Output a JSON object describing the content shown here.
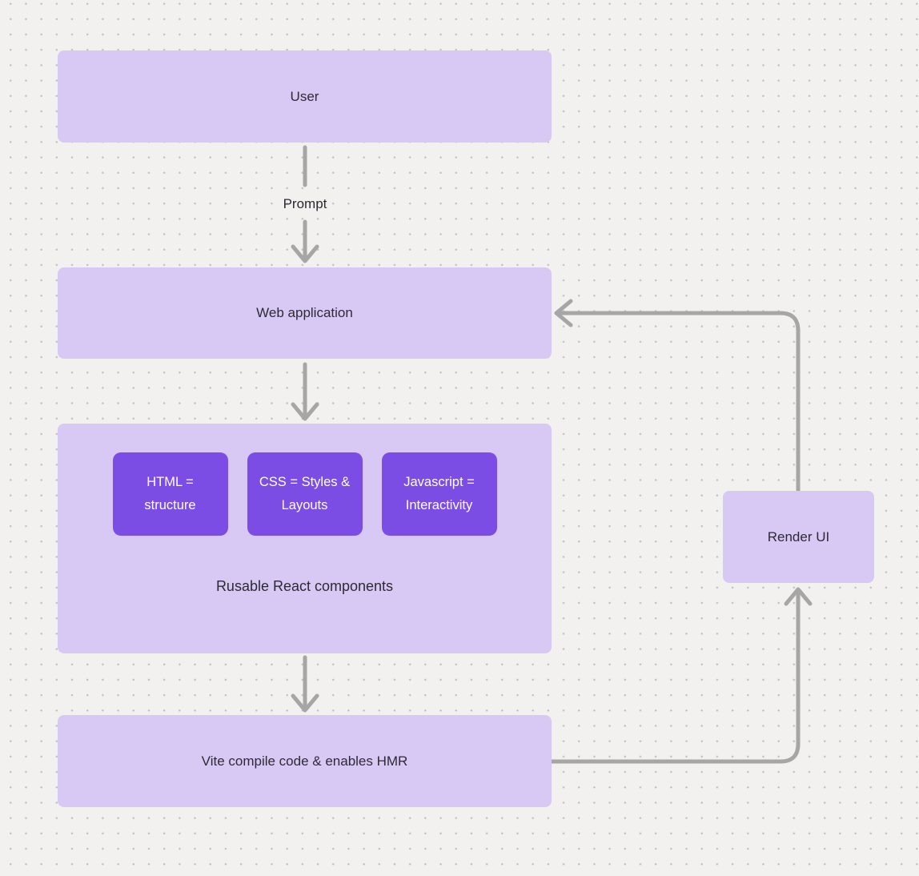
{
  "colors": {
    "background": "#f2f1ef",
    "dot": "#c4c2c0",
    "node_light": "#d7c9f3",
    "node_dark": "#7c4de4",
    "connector": "#a7a5a5",
    "text_dark": "#2e2a35",
    "text_light": "#ffffff"
  },
  "diagram": {
    "nodes": {
      "user": {
        "label": "User"
      },
      "web_application": {
        "label": "Web application"
      },
      "components_group": {
        "caption": "Rusable React components",
        "children": [
          {
            "label": "HTML = structure"
          },
          {
            "label": "CSS = Styles & Layouts"
          },
          {
            "label": "Javascript = Interactivity"
          }
        ]
      },
      "vite": {
        "label": "Vite compile code & enables HMR"
      },
      "render_ui": {
        "label": "Render UI"
      }
    },
    "edges": [
      {
        "from": "user",
        "to": "web_application",
        "label": "Prompt"
      },
      {
        "from": "web_application",
        "to": "components_group",
        "label": ""
      },
      {
        "from": "components_group",
        "to": "vite",
        "label": ""
      },
      {
        "from": "vite",
        "to": "render_ui",
        "label": ""
      },
      {
        "from": "render_ui",
        "to": "web_application",
        "label": ""
      }
    ]
  }
}
